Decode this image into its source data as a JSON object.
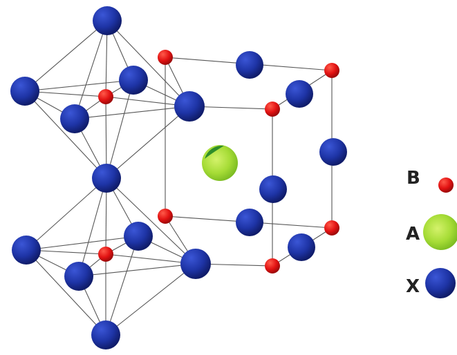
{
  "legend": {
    "items": [
      {
        "label": "B",
        "species": "b-site-cation",
        "color": "#e01010"
      },
      {
        "label": "A",
        "species": "a-site-cation",
        "color": "#9fd833"
      },
      {
        "label": "X",
        "species": "x-site-anion",
        "color": "#1a2e9a"
      }
    ]
  },
  "colors": {
    "b_atom": "#e01010",
    "a_atom": "#9fd833",
    "x_atom": "#1a2e9a",
    "bond": "#555555",
    "background": "#ffffff"
  }
}
